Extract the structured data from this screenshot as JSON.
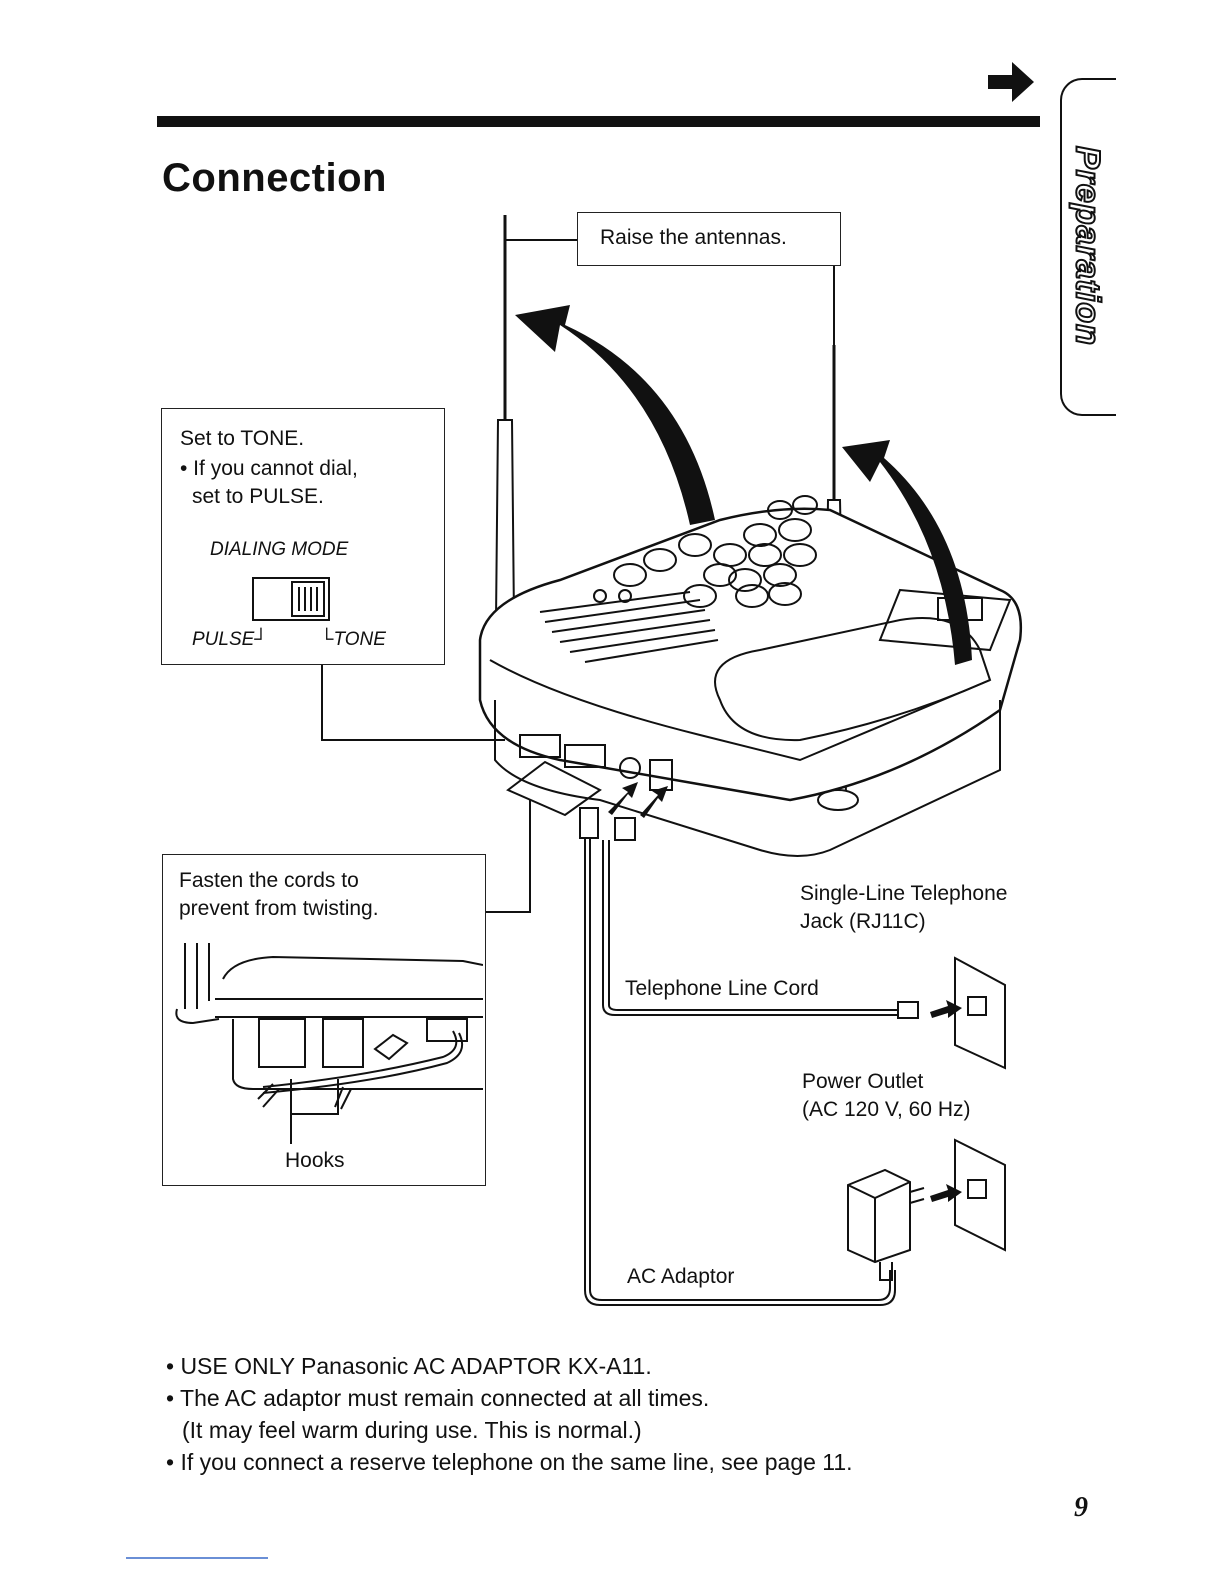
{
  "header": {
    "title": "Connection",
    "side_tab": "Preparation"
  },
  "diagram": {
    "antenna_callout": "Raise the antennas.",
    "dial_box": {
      "line1": "Set to TONE.",
      "line2": "• If you cannot dial,",
      "line3": "set to PULSE.",
      "mode_label": "DIALING MODE",
      "pulse_label": "PULSE┘",
      "tone_label": "└TONE"
    },
    "cords_box": {
      "line1": "Fasten the cords to",
      "line2": "prevent from twisting.",
      "hooks_label": "Hooks"
    },
    "labels": {
      "jack_line1": "Single-Line Telephone",
      "jack_line2": "Jack (RJ11C)",
      "telephone_line_cord": "Telephone Line Cord",
      "power_outlet_line1": "Power Outlet",
      "power_outlet_line2": "(AC 120 V, 60 Hz)",
      "ac_adaptor": "AC Adaptor"
    }
  },
  "notes": [
    "• USE ONLY Panasonic AC ADAPTOR KX-A11.",
    "• The AC adaptor must remain connected at all times.",
    "(It may feel warm during use. This is normal.)",
    "• If you connect a reserve telephone on the same line, see page 11."
  ],
  "footer": {
    "page_number": "9"
  }
}
